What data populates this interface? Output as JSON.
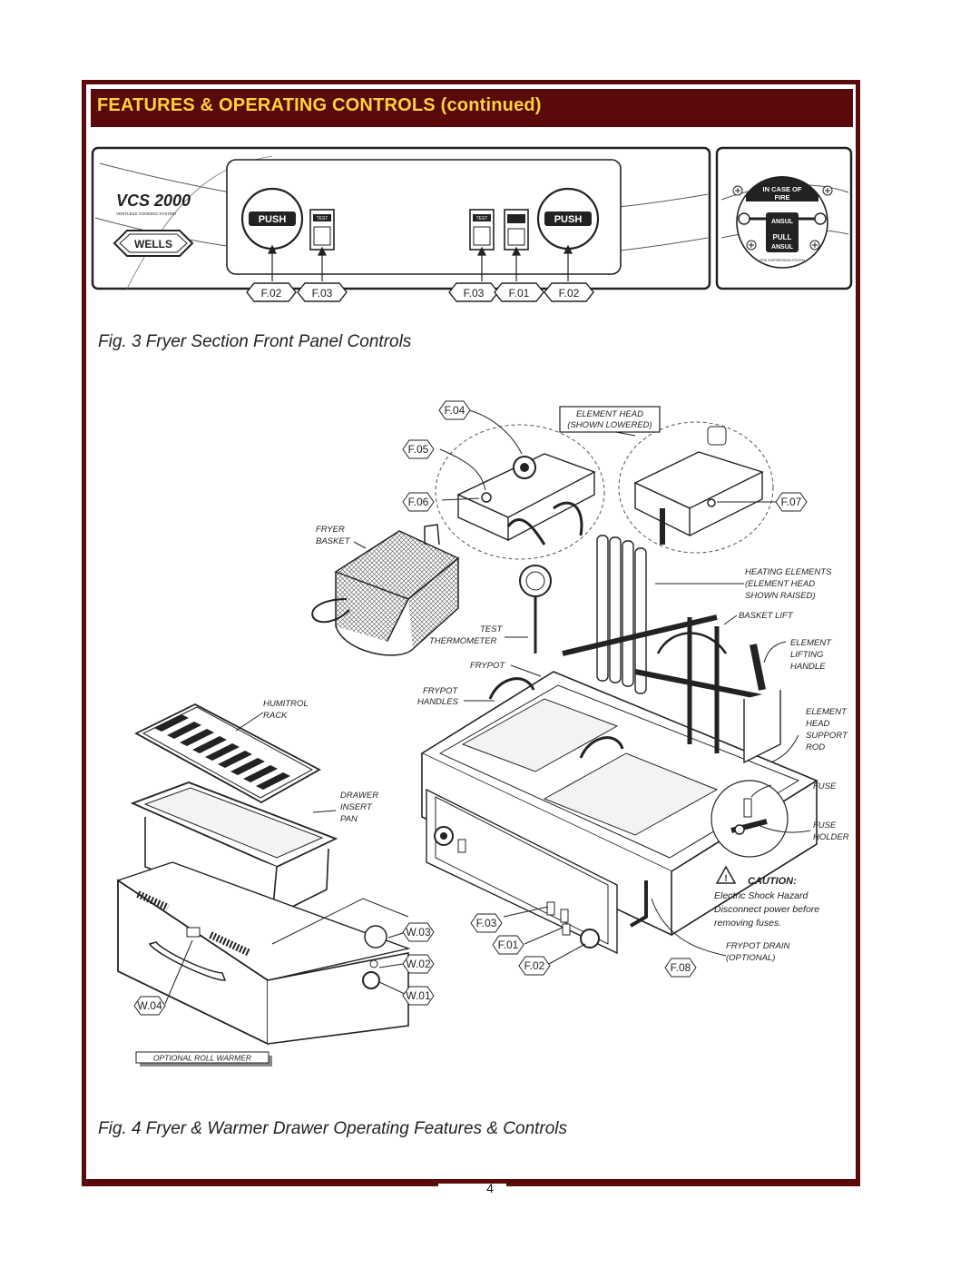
{
  "header": {
    "title": "FEATURES & OPERATING CONTROLS (continued)"
  },
  "panel": {
    "brand": "VCS 2000",
    "brand_sub": "VENTLESS COOKING SYSTEM",
    "logo": "WELLS",
    "push_label": "PUSH",
    "test_label": "TEST",
    "ansul_line1": "IN CASE OF",
    "ansul_line2": "FIRE",
    "ansul_pull": "PULL",
    "ansul_name": "ANSUL",
    "ansul_bottom": "FIRE SUPPRESSION SYSTEM"
  },
  "fig3": {
    "tags": [
      "F.02",
      "F.03",
      "F.03",
      "F.01",
      "F.02"
    ],
    "caption": "Fig. 3  Fryer Section Front Panel Controls"
  },
  "fig4": {
    "tags": {
      "f04": "F.04",
      "f05": "F.05",
      "f06": "F.06",
      "f07": "F.07",
      "f03": "F.03",
      "f01": "F.01",
      "f02": "F.02",
      "f08": "F.08",
      "w03": "W.03",
      "w02": "W.02",
      "w01": "W.01",
      "w04": "W.04"
    },
    "labels": {
      "element_head_1": "ELEMENT HEAD",
      "element_head_2": "(SHOWN LOWERED)",
      "fryer": "FRYER",
      "basket": "BASKET",
      "heating_1": "HEATING ELEMENTS",
      "heating_2": "(ELEMENT HEAD",
      "heating_3": "SHOWN RAISED)",
      "basket_lift": "BASKET LIFT",
      "test": "TEST",
      "thermometer": "THERMOMETER",
      "frypot": "FRYPOT",
      "element_lift_1": "ELEMENT",
      "element_lift_2": "LIFTING",
      "element_lift_3": "HANDLE",
      "frypot_h1": "FRYPOT",
      "frypot_h2": "HANDLES",
      "humitrol_1": "HUMITROL",
      "humitrol_2": "RACK",
      "ehs_1": "ELEMENT",
      "ehs_2": "HEAD",
      "ehs_3": "SUPPORT",
      "ehs_4": "ROD",
      "fuse": "FUSE",
      "fuse_h1": "FUSE",
      "fuse_h2": "HOLDER",
      "drawer_1": "DRAWER",
      "drawer_2": "INSERT",
      "drawer_3": "PAN",
      "caution_title": "CAUTION:",
      "caution_1": "Electric Shock Hazard",
      "caution_2": "Disconnect power before",
      "caution_3": "removing fuses.",
      "drain_1": "FRYPOT DRAIN",
      "drain_2": "(OPTIONAL)",
      "roll_warmer": "OPTIONAL ROLL WARMER"
    },
    "caption": "Fig. 4  Fryer & Warmer Drawer Operating Features & Controls"
  },
  "footer": {
    "page_number": "4"
  },
  "colors": {
    "maroon": "#5a0a0a",
    "title_yellow": "#ffd23a"
  }
}
